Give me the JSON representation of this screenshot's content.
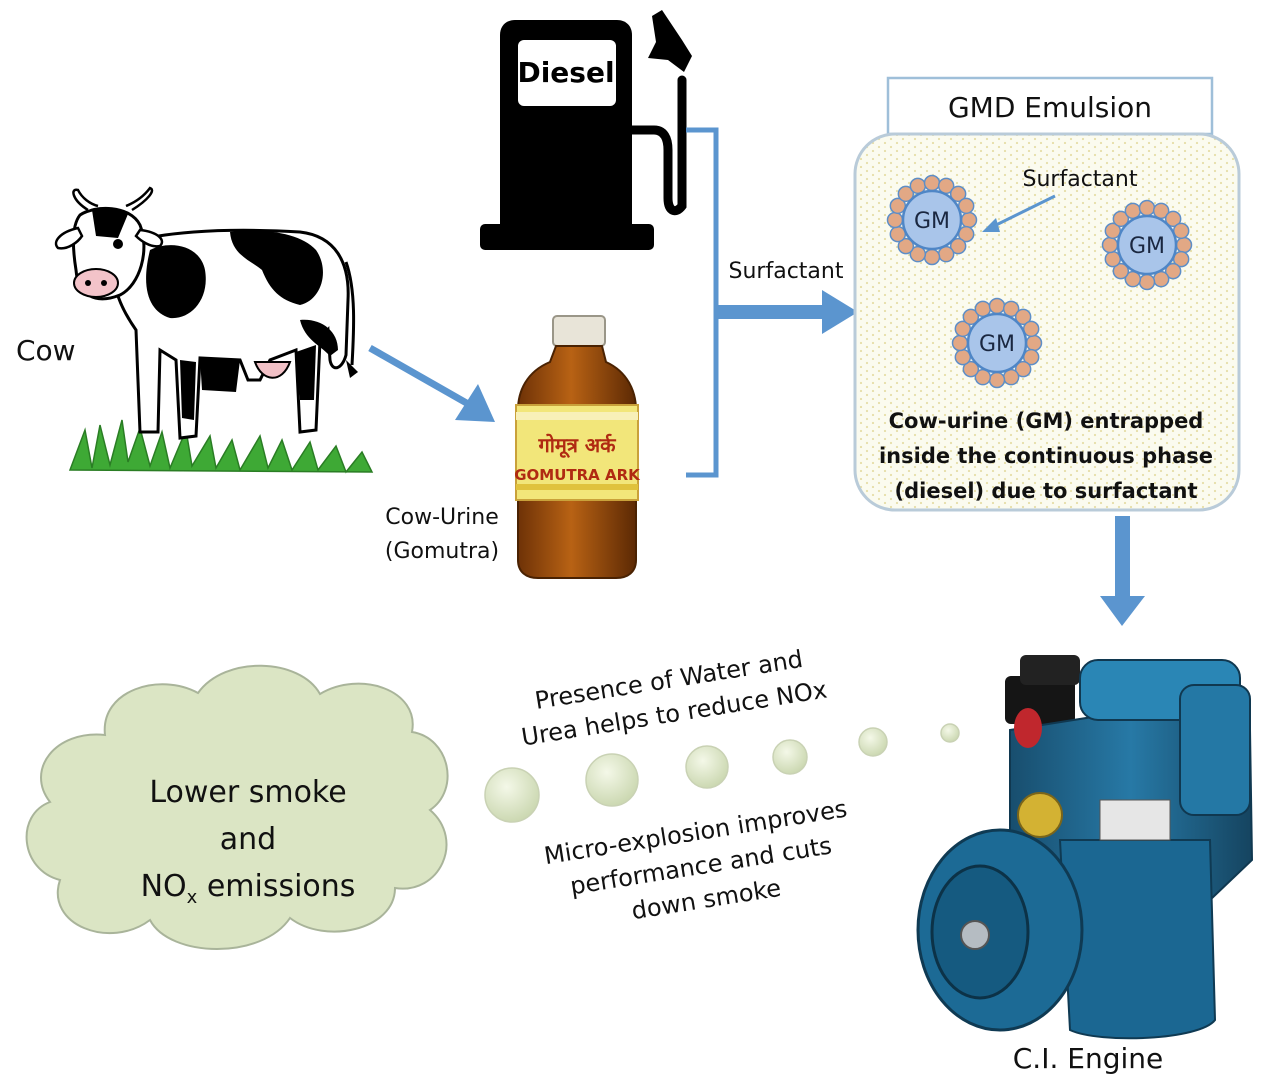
{
  "labels": {
    "cow": "Cow",
    "urine_line1": "Cow-Urine",
    "urine_line2": "(Gomutra)",
    "pump": "Diesel",
    "bottle_hindi": "गोमूत्र अर्क",
    "bottle_english": "GOMUTRA ARK",
    "surfactant_arrow": "Surfactant",
    "emulsion_title": "GMD Emulsion",
    "surfactant_inner": "Surfactant",
    "droplet": "GM",
    "emulsion_desc": [
      "Cow-urine (GM) entrapped",
      "inside the continuous phase",
      "(diesel) due to surfactant"
    ],
    "engine": "C.I. Engine",
    "benefit1": [
      "Presence of Water and",
      "Urea helps to reduce NOx"
    ],
    "benefit2": [
      "Micro-explosion improves",
      "performance and cuts",
      "down smoke"
    ],
    "cloud": [
      "Lower smoke",
      "and",
      "NO",
      "x",
      " emissions"
    ]
  },
  "colors": {
    "arrow": "#5b95cf",
    "box_border": "#9fbfd9",
    "cloud_fill": "#dbe5c4",
    "cloud_stroke": "#a9b49a",
    "droplet_core": "#a9c5ea",
    "droplet_ring": "#e2a885",
    "engine": "#1f6a93"
  }
}
